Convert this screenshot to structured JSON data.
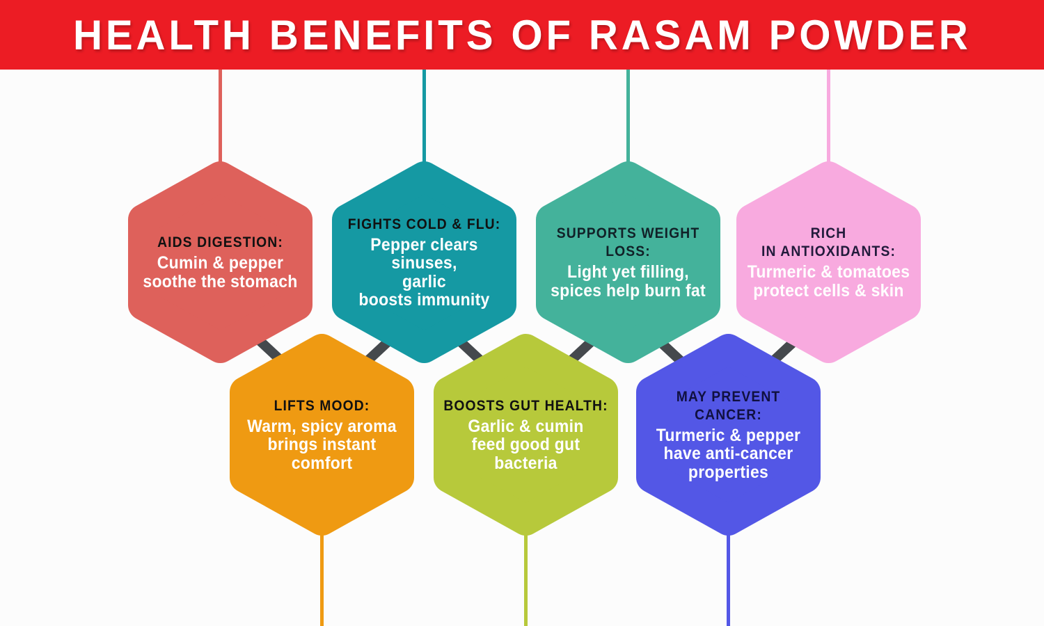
{
  "background": "#FCFCFC",
  "banner": {
    "title": "HEALTH BENEFITS OF RASAM POWDER",
    "background": "#EC1C24",
    "text_color": "#FFFFFF"
  },
  "connector_color": "#45494D",
  "hexagons": [
    {
      "id": "aids-digestion",
      "heading": "AIDS DIGESTION:",
      "body": "Cumin & pepper\nsoothe the stomach",
      "color": "#DE615B",
      "heading_color": "#111111",
      "body_color": "#FFFFFF",
      "row": "top"
    },
    {
      "id": "fights-cold-flu",
      "heading": "FIGHTS COLD & FLU:",
      "body": "Pepper clears\nsinuses,\ngarlic\nboosts immunity",
      "color": "#1599A3",
      "heading_color": "#111111",
      "body_color": "#FFFFFF",
      "row": "top"
    },
    {
      "id": "supports-weight-loss",
      "heading": "SUPPORTS WEIGHT\nLOSS:",
      "body": "Light yet filling,\nspices help burn fat",
      "color": "#44B29B",
      "heading_color": "#112128",
      "body_color": "#FFFFFF",
      "row": "top"
    },
    {
      "id": "rich-in-antioxidants",
      "heading": "RICH\nIN ANTIOXIDANTS:",
      "body": "Turmeric & tomatoes\nprotect cells & skin",
      "color": "#F8AADF",
      "heading_color": "#221B3C",
      "body_color": "#FFFFFF",
      "row": "top"
    },
    {
      "id": "lifts-mood",
      "heading": "LIFTS MOOD:",
      "body": "Warm, spicy aroma\nbrings instant\ncomfort",
      "color": "#EF9A12",
      "heading_color": "#111111",
      "body_color": "#FFFFFF",
      "row": "bottom"
    },
    {
      "id": "boosts-gut-health",
      "heading": "BOOSTS GUT HEALTH:",
      "body": "Garlic & cumin\nfeed good gut\nbacteria",
      "color": "#B7C93B",
      "heading_color": "#111111",
      "body_color": "#FFFFFF",
      "row": "bottom"
    },
    {
      "id": "may-prevent-cancer",
      "heading": "MAY PREVENT\nCANCER:",
      "body": "Turmeric & pepper\nhave anti-cancer\nproperties",
      "color": "#5357E6",
      "heading_color": "#101040",
      "body_color": "#FFFFFF",
      "row": "bottom"
    }
  ]
}
